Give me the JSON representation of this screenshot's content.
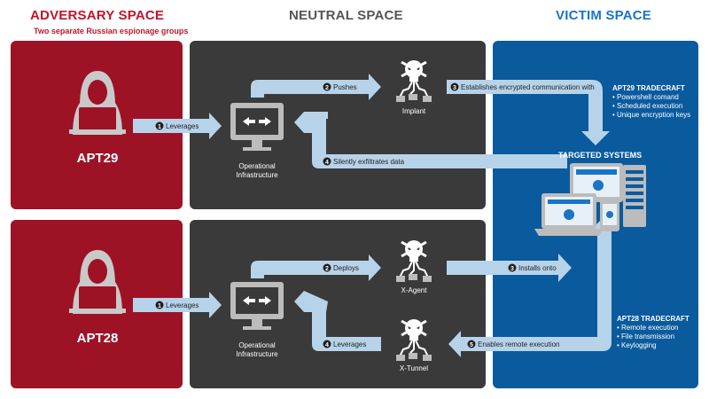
{
  "headers": {
    "adversary": "ADVERSARY SPACE",
    "adversary_sub": "Two separate Russian espionage groups",
    "neutral": "NEUTRAL SPACE",
    "victim": "VICTIM SPACE"
  },
  "groups": {
    "apt29": "APT29",
    "apt28": "APT28"
  },
  "nodes": {
    "infra_line1": "Operational",
    "infra_line2": "Infrastructure",
    "implant": "Implant",
    "xagent": "X-Agent",
    "xtunnel": "X-Tunnel",
    "targeted_systems": "TARGETED SYSTEMS"
  },
  "steps_top": {
    "s1": "Leverages",
    "s2": "Pushes",
    "s3": "Establishes encrypted communication with",
    "s4": "Silently exfiltrates data"
  },
  "steps_bottom": {
    "s1": "Leverages",
    "s2": "Deploys",
    "s3": "Installs onto",
    "s4": "Leverages",
    "s5": "Enables remote execution"
  },
  "step_numbers": [
    "1",
    "2",
    "3",
    "4",
    "5"
  ],
  "tradecraft": {
    "apt29_title": "APT29 TRADECRAFT",
    "apt29_items": [
      "• Powershell comand",
      "• Scheduled execution",
      "• Unique encryption keys"
    ],
    "apt28_title": "APT28 TRADECRAFT",
    "apt28_items": [
      "• Remote execution",
      "• File transmission",
      "• Keylogging"
    ]
  },
  "colors": {
    "adversary": "#9e1226",
    "adversary_header": "#c0152b",
    "neutral": "#3a3a3a",
    "neutral_header": "#555555",
    "victim": "#0a5a9e",
    "victim_header": "#1a74c8",
    "arrow": "#b7d3ea",
    "icon_gray": "#bcbcbc"
  }
}
